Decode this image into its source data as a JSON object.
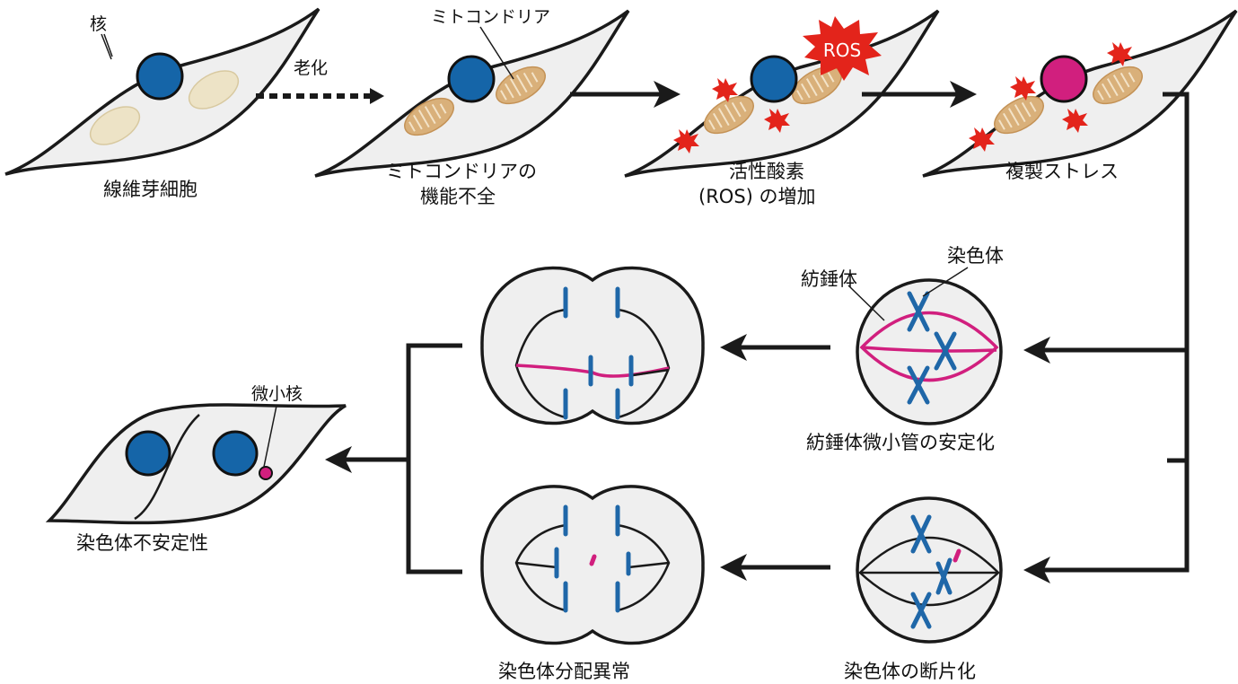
{
  "colors": {
    "nucleus": "#1565a8",
    "nucleus_stressed": "#d11f7e",
    "ros": "#e3241b",
    "mito_healthy": "#ede3c6",
    "mito_dysfunctional": "#d9b07a",
    "chromosome": "#1f67a8",
    "spindle": "#d11f7e"
  },
  "top_row": {
    "label_nucleus": "核",
    "label_aging": "老化",
    "label_mitochondria": "ミトコンドリア",
    "label_ros_burst": "ROS",
    "steps": [
      {
        "line1": "線維芽細胞"
      },
      {
        "line1": "ミトコンドリアの",
        "line2": "機能不全"
      },
      {
        "line1": "活性酸素",
        "line2": "(ROS) の増加"
      },
      {
        "line1": "複製ストレス"
      }
    ]
  },
  "mitosis": {
    "label_spindle": "紡錘体",
    "label_chromosome": "染色体",
    "spindle_stabilization": "紡錘体微小管の安定化",
    "chromosome_fragmentation": "染色体の断片化",
    "missegregation": "染色体分配異常"
  },
  "outcome": {
    "label_micronucleus": "微小核",
    "label_instability": "染色体不安定性"
  }
}
